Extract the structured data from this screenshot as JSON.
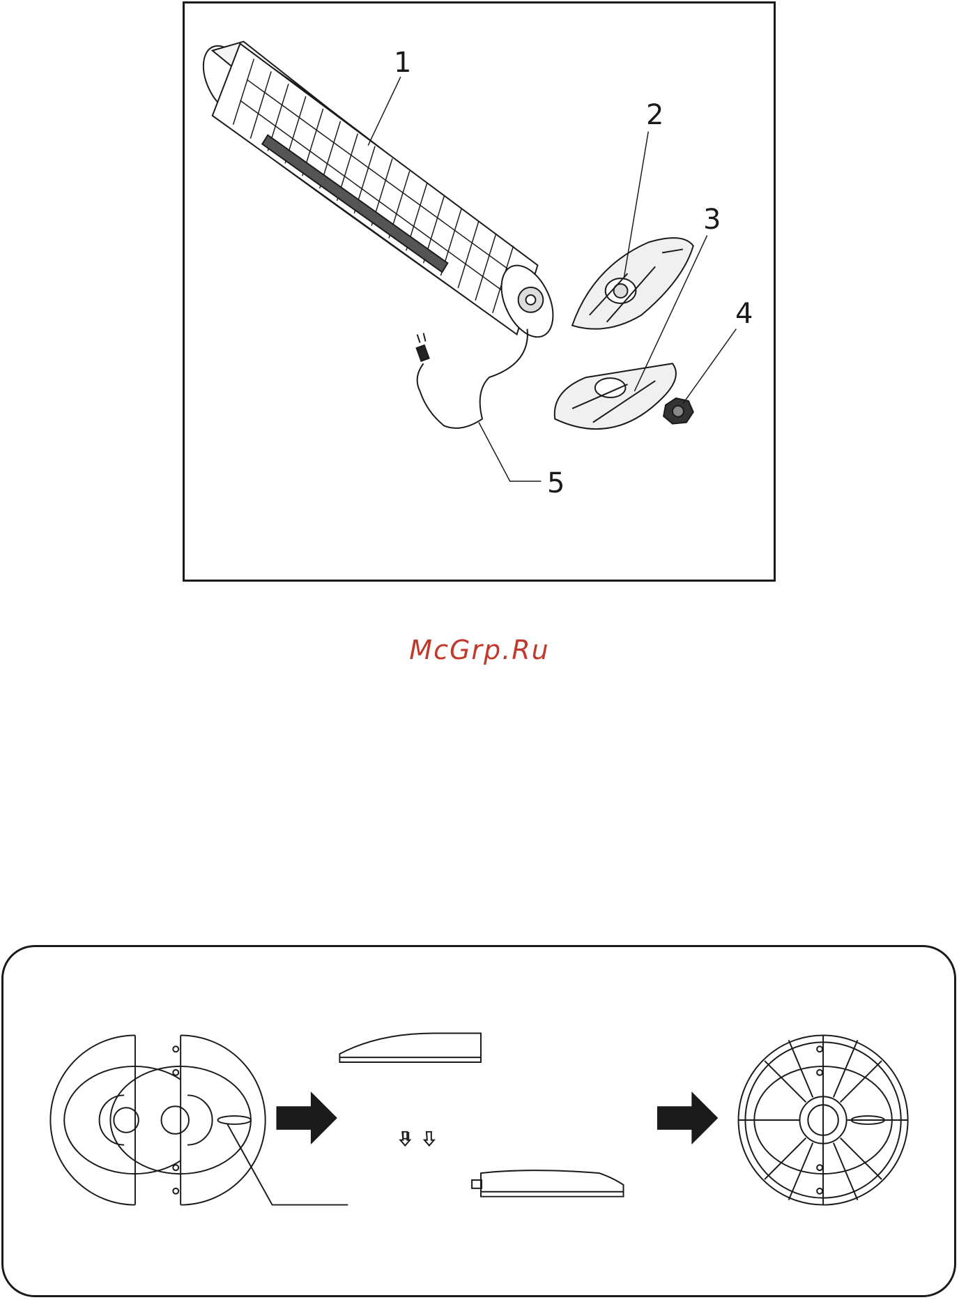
{
  "figure_top": {
    "part_labels": [
      {
        "number": "1"
      },
      {
        "number": "2"
      },
      {
        "number": "3"
      },
      {
        "number": "4"
      },
      {
        "number": "5"
      }
    ]
  },
  "watermark": {
    "text": "McGrp.Ru",
    "color": "#c0392b"
  },
  "figure_bottom": {
    "steps": [
      "base-halves-separated",
      "join-halves-side-view",
      "base-assembled"
    ],
    "arrow_icon": "heavy-right-arrow-icon",
    "down_arrow_icon": "hollow-down-arrow-icon"
  },
  "colors": {
    "line": "#1a1a1a",
    "watermark": "#c0392b"
  }
}
